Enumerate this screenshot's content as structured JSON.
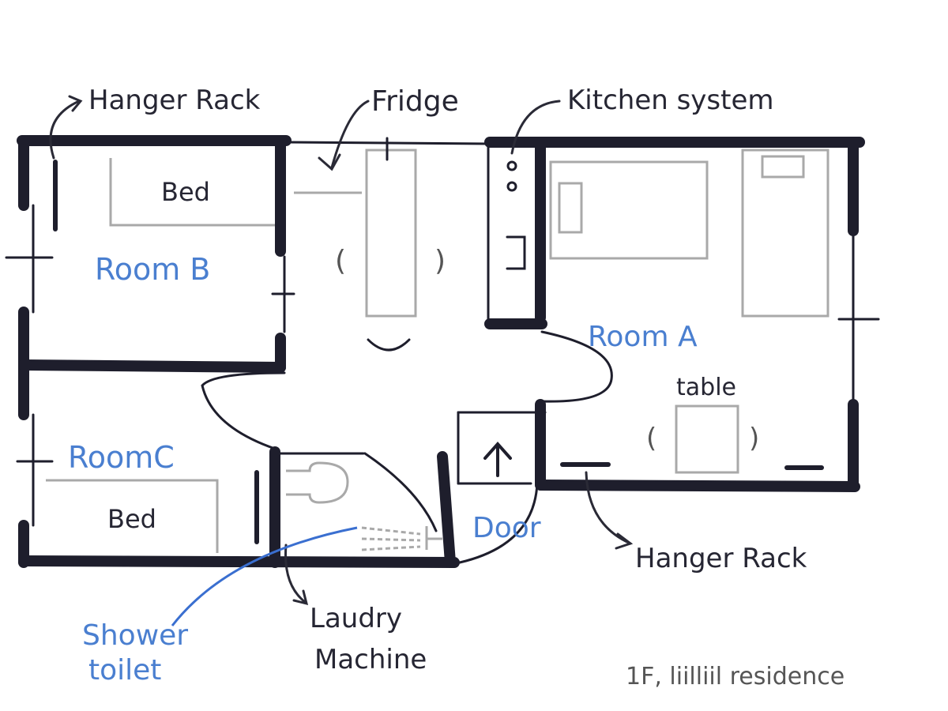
{
  "labels": {
    "hanger_rack_top": "Hanger Rack",
    "fridge": "Fridge",
    "kitchen_system": "Kitchen system",
    "room_b": "Room B",
    "room_a": "Room A",
    "room_c": "RoomC",
    "bed_b": "Bed",
    "bed_c": "Bed",
    "table": "table",
    "door": "Door",
    "hanger_rack_bottom": "Hanger Rack",
    "laundry_line1": "Laudry",
    "laundry_line2": "Machine",
    "shower_line1": "Shower",
    "shower_line2": "toilet",
    "footer": "1F, liilliil residence"
  },
  "colors": {
    "wall": "#1e1e2c",
    "room_label": "#4a7fd0",
    "furniture": "#a9a9a9",
    "annotation": "#262633"
  }
}
